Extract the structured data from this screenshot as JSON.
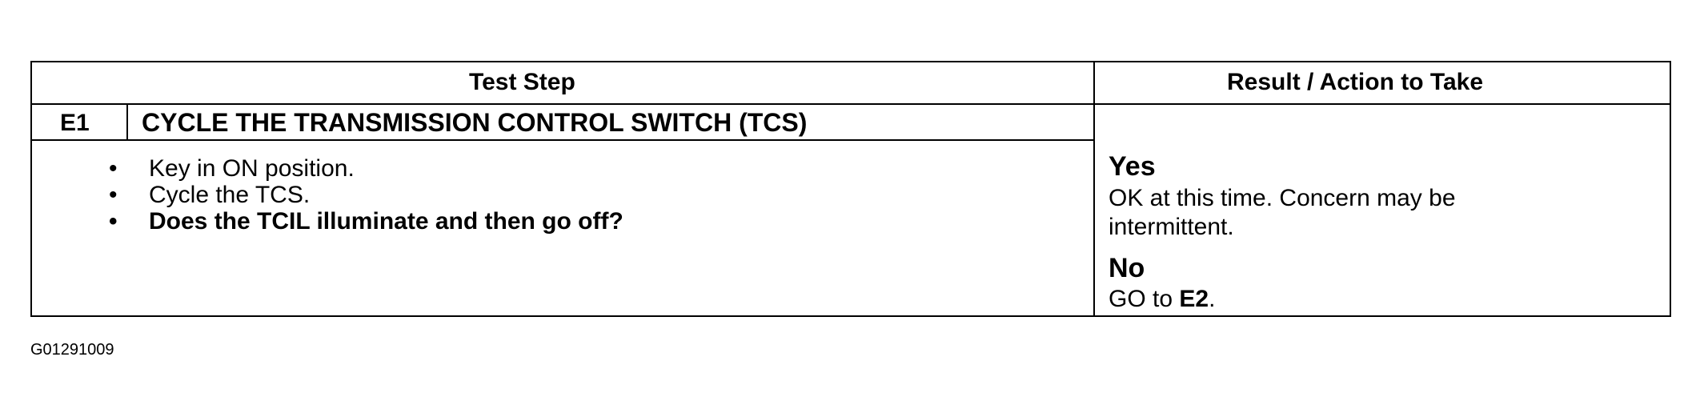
{
  "table": {
    "header": {
      "test_step": "Test Step",
      "result_action": "Result / Action to Take"
    },
    "step": {
      "id": "E1",
      "title": "CYCLE THE TRANSMISSION CONTROL SWITCH (TCS)",
      "bullets": [
        {
          "text": "Key in ON position.",
          "bold": false
        },
        {
          "text": "Cycle the TCS.",
          "bold": false
        },
        {
          "text": "Does the TCIL illuminate and then go off?",
          "bold": true
        }
      ],
      "bullet_glyph": "•"
    },
    "results": {
      "yes_label": "Yes",
      "yes_text_line1": "OK at this time. Concern may be",
      "yes_text_line2": "intermittent.",
      "no_label": "No",
      "no_text_prefix": "GO to ",
      "no_text_target": "E2",
      "no_text_suffix": "."
    }
  },
  "footer": {
    "code": "G01291009"
  }
}
